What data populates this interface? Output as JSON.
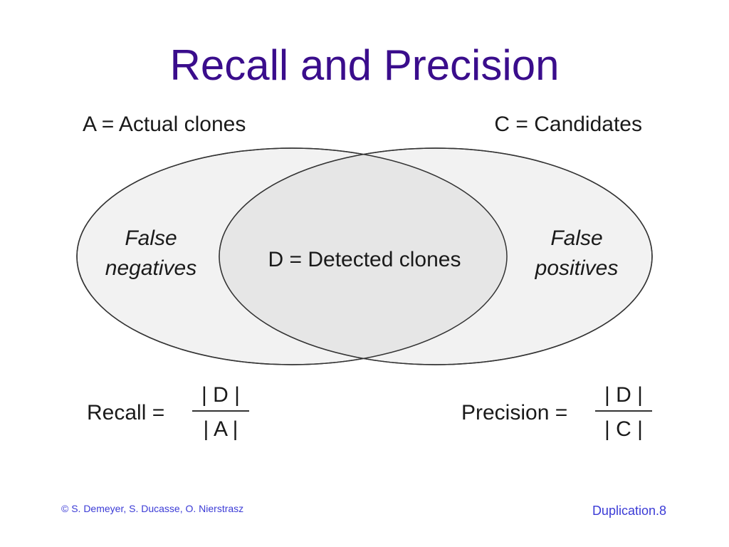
{
  "slide": {
    "title": "Recall and Precision",
    "footer_left": "© S. Demeyer, S. Ducasse, O. Nierstrasz",
    "footer_right": "Duplication.8"
  },
  "diagram": {
    "label_a": "A = Actual clones",
    "label_c": "C = Candidates",
    "false_negatives_line1": "False",
    "false_negatives_line2": "negatives",
    "false_positives_line1": "False",
    "false_positives_line2": "positives",
    "intersection_label": "D = Detected clones",
    "colors": {
      "ellipse_fill": "#f2f2f2",
      "intersection_fill": "#e6e6e6",
      "stroke": "#333333",
      "title": "#3a0d8c",
      "footer": "#3b3bd6"
    }
  },
  "formulas": {
    "recall_label": "Recall =",
    "recall_numerator": "| D |",
    "recall_denominator": "| A |",
    "precision_label": "Precision =",
    "precision_numerator": "| D |",
    "precision_denominator": "| C |"
  }
}
